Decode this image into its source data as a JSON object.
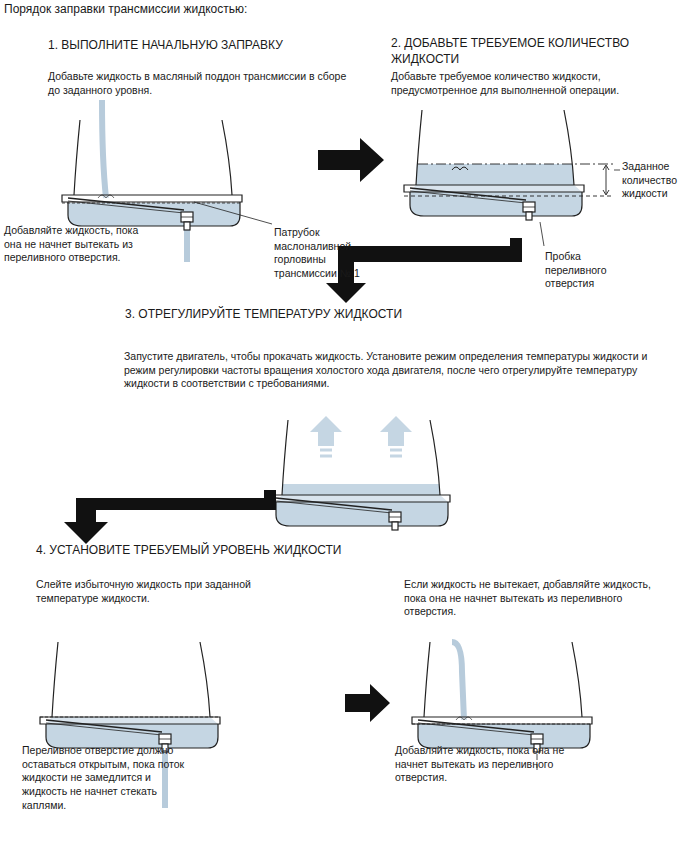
{
  "diagram": {
    "title": "Порядок заправки трансмиссии жидкостью:",
    "labels": [
      "1. ВЫПОЛНИТЕ НАЧАЛЬНУЮ ЗАПРАВКУ",
      "Добавьте жидкость в масляный поддон трансмиссии в сборе до заданного уровня.",
      "Добавляйте жидкость, пока она не начнет вытекать из переливного отверстия.",
      "Патрубок маслоналивной горловины трансмиссии № 1",
      "2. ДОБАВЬТЕ ТРЕБУЕМОЕ КОЛИЧЕСТВО ЖИДКОСТИ",
      "Добавьте требуемое количество жидкости, предусмотренное для выполненной операции.",
      "Заданное количество жидкости",
      "Пробка переливного отверстия",
      "3. ОТРЕГУЛИРУЙТЕ ТЕМПЕРАТУРУ ЖИДКОСТИ",
      "Запустите двигатель, чтобы прокачать жидкость. Установите режим определения температуры жидкости и режим регулировки частоты вращения холостого хода двигателя, после чего отрегулируйте температуру жидкости в соответствии с требованиями.",
      "4. УСТАНОВИТЕ ТРЕБУЕМЫЙ УРОВЕНЬ ЖИДКОСТИ",
      "Слейте избыточную жидкость при заданной температуре жидкости.",
      "Если жидкость не вытекает, добавляйте жидкость, пока она не начнет вытекать из переливного отверстия.",
      "Переливное отверстие должно оставаться открытым, пока поток жидкости не замедлится и жидкость не начнет стекать каплями.",
      "Добавляйте жидкость, пока она не начнет вытекать из переливного отверстия."
    ]
  }
}
